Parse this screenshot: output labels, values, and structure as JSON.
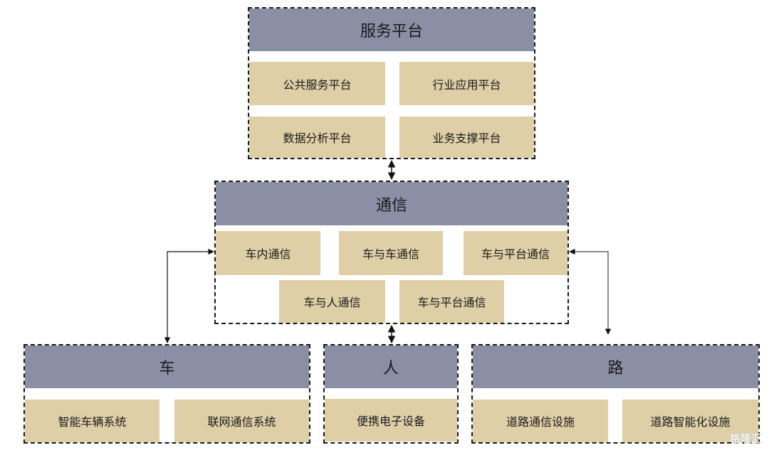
{
  "service_platform": {
    "title": "服务平台",
    "items": [
      "公共服务平台",
      "行业应用平台",
      "数据分析平台",
      "业务支撑平台"
    ]
  },
  "communication": {
    "title": "通信",
    "items": [
      "车内通信",
      "车与车通信",
      "车与平台通信",
      "车与人通信",
      "车与平台通信"
    ]
  },
  "vehicle": {
    "title": "车",
    "items": [
      "智能车辆系统",
      "联网通信系统"
    ]
  },
  "person": {
    "title": "人",
    "items": [
      "便携电子设备"
    ]
  },
  "road": {
    "title": "路",
    "items": [
      "道路通信设施",
      "道路智能化设施"
    ]
  },
  "watermark": "格隆汇",
  "colors": {
    "header": "#8a8fa6",
    "cell": "#decfa7",
    "border": "#1a1a1a"
  }
}
